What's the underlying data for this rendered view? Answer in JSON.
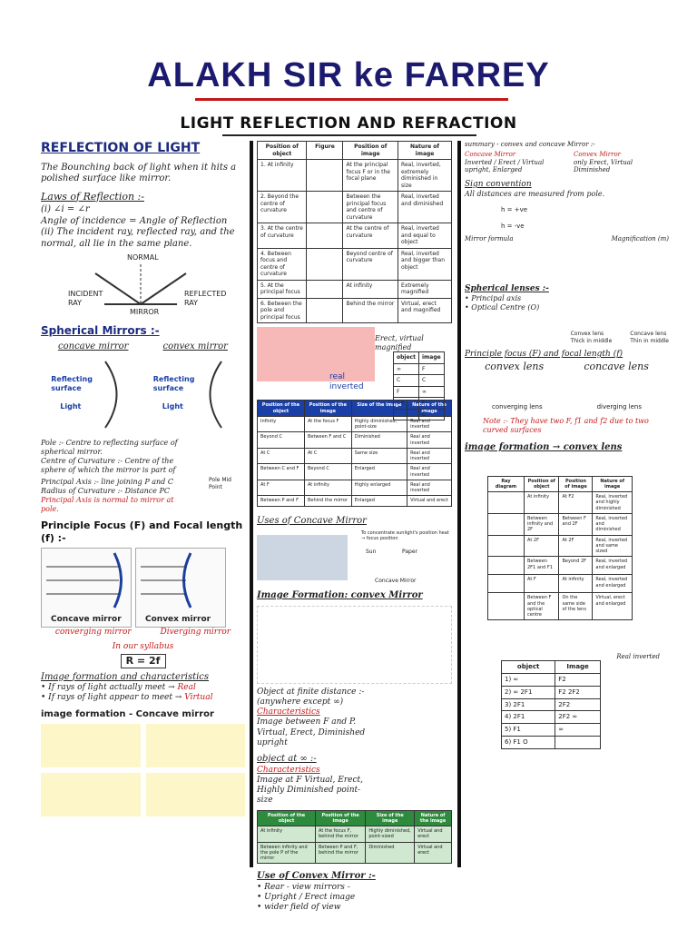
{
  "title": "ALAKH SIR ke FARREY",
  "subtitle": "LIGHT REFLECTION AND REFRACTION",
  "left": {
    "reflection_heading": "REFLECTION OF LIGHT",
    "reflection_def": "The Bounching back of light when it hits a polished surface like mirror.",
    "laws_heading": "Laws of Reflection :-",
    "law1": "(i) ∠i = ∠r",
    "law1b": "Angle of incidence = Angle of Reflection",
    "law2": "(ii) The incident ray, reflected ray, and the normal, all lie in the same plane.",
    "normal": "NORMAL",
    "incident": "INCIDENT RAY",
    "reflected": "REFLECTED RAY",
    "mirror": "MIRROR",
    "spherical_heading": "Spherical Mirrors :-",
    "concave": "concave mirror",
    "convex": "convex mirror",
    "reflecting1": "Reflecting surface",
    "reflecting2": "Reflecting surface",
    "light1": "Light",
    "light2": "Light",
    "pole": "Pole :- Centre to reflecting surface of spherical mirror.",
    "coc": "Centre of Curvature :- Centre of the sphere of which the mirror is part of",
    "pa": "Principal Axis :- line joining P and C",
    "roc": "Radius of Curvature :- Distance PC",
    "pa_note": "Principal Axis is normal to mirror at pole.",
    "pole_label": "Pole Mid Point",
    "focus_heading": "Principle Focus (F) and Focal length (f) :-",
    "concave_mirror": "Concave mirror",
    "convex_mirror": "Convex mirror",
    "converging": "converging mirror",
    "diverging": "Diverging mirror",
    "syllabus": "In our syllabus",
    "r2f": "R = 2f",
    "img_char": "Image formation and characteristics",
    "b1a": "If rays of light actually meet →",
    "b1b": "Real",
    "b2a": "If rays of light appear to meet →",
    "b2b": "Virtual",
    "concave_img": "image formation - Concave mirror"
  },
  "mid": {
    "table_headers": [
      "Position of object",
      "Figure",
      "Position of image",
      "Nature of image"
    ],
    "rows": [
      [
        "1. At infinity",
        "At the principal focus F or in the focal plane",
        "Real, inverted, extremely diminished in size"
      ],
      [
        "2. Beyond the centre of curvature",
        "Between the principal focus and centre of curvature",
        "Real, inverted and diminished"
      ],
      [
        "3. At the centre of curvature",
        "At the centre of curvature",
        "Real, inverted and equal to object"
      ],
      [
        "4. Between focus and centre of curvature",
        "Beyond centre of curvature",
        "Real, inverted and bigger than object"
      ],
      [
        "5. At the principal focus",
        "At infinity",
        "Extremely magnified"
      ],
      [
        "6. Between the pole and principal focus",
        "Behind the mirror",
        "Virtual, erect and magnified"
      ]
    ],
    "erect": "Erect, virtual magnified",
    "real_inv": "real inverted",
    "mini_headers": [
      "object",
      "image"
    ],
    "mini_rows": [
      [
        "∞",
        "F"
      ],
      [
        "C",
        "C"
      ],
      [
        "F",
        "∞"
      ],
      [
        "C+",
        "F"
      ],
      [
        "",
        "C"
      ]
    ],
    "blue_headers": [
      "Position of the object",
      "Position of the image",
      "Size of the image",
      "Nature of the image"
    ],
    "blue_rows": [
      [
        "Infinity",
        "At the focus F",
        "Highly diminished, point-size",
        "Real and inverted"
      ],
      [
        "Beyond C",
        "Between F and C",
        "Diminished",
        "Real and inverted"
      ],
      [
        "At C",
        "At C",
        "Same size",
        "Real and inverted"
      ],
      [
        "Between C and F",
        "Beyond C",
        "Enlarged",
        "Real and inverted"
      ],
      [
        "At F",
        "At infinity",
        "Highly enlarged",
        "Real and inverted"
      ],
      [
        "Between P and F",
        "Behind the mirror",
        "Enlarged",
        "Virtual and erect"
      ]
    ],
    "uses_concave": "Uses of Concave Mirror",
    "sun": "Sun",
    "paper": "Paper",
    "concave_label": "Concave Mirror",
    "sunlight_note": "To concentrate sunlight's position heat → focus position",
    "img_convex": "Image Formation: convex Mirror",
    "finite": "Object at finite distance :- (anywhere except ∞)",
    "char1": "Characteristics",
    "finite_desc": "Image between F and P. Virtual, Erect, Diminished upright",
    "obj_inf": "object at ∞ :-",
    "char2": "Characteristics",
    "inf_desc": "Image at F Virtual, Erect, Highly Diminished point-size",
    "green_headers": [
      "Position of the object",
      "Position of the image",
      "Size of the image",
      "Nature of the image"
    ],
    "green_rows": [
      [
        "At infinity",
        "At the focus F, behind the mirror",
        "Highly diminished, point-sized",
        "Virtual and erect"
      ],
      [
        "Between infinity and the pole P of the mirror",
        "Between P and F, behind the mirror",
        "Diminished",
        "Virtual and erect"
      ]
    ],
    "uses_convex": "Use of Convex Mirror :-",
    "u1": "Rear - view mirrors -",
    "u2": "Upright / Erect image",
    "u3": "wider field of view"
  },
  "right": {
    "summary": "summary - convex and concave Mirror :-",
    "cc": "Concave Mirror",
    "cv": "Convex Mirror",
    "cc_note": "Inverted / Erect / Virtual upright, Enlarged",
    "cv_note": "only Erect, Virtual Diminished",
    "sign": "Sign convention",
    "sign_desc": "All distances are measured from pole.",
    "hve": "h = +ve",
    "hneg": "h = -ve",
    "mirror_formula": "Mirror formula",
    "magnification": "Magnification (m)",
    "spherical_lenses": "Spherical lenses :-",
    "lens1": "Principal axis",
    "lens2": "Optical Centre (O)",
    "convex_lens": "Convex lens",
    "concave_lens": "Concave lens",
    "thick": "Thick in middle",
    "thin": "Thin in middle",
    "focus_lens": "Principle focus (F) and focal length (f)",
    "convex_lens2": "convex lens",
    "concave_lens2": "concave lens",
    "conv_lens": "converging lens",
    "div_lens": "diverging lens",
    "note": "Note :- They have two F, f1 and f2 due to two curved surfaces",
    "img_form": "image formation → convex lens",
    "ray_headers": [
      "Ray diagram",
      "Position of object",
      "Position of image",
      "Nature of image"
    ],
    "ray_rows": [
      [
        "At infinity",
        "At F2",
        "Real, inverted and highly diminished"
      ],
      [
        "Between infinity and 2F",
        "Between F and 2F",
        "Real, inverted and diminished"
      ],
      [
        "At 2F",
        "At 2F",
        "Real, inverted and same sized"
      ],
      [
        "Between 2F1 and F1",
        "Beyond 2F",
        "Real, inverted and enlarged"
      ],
      [
        "At F",
        "At infinity",
        "Real, inverted and enlarged"
      ],
      [
        "Between F and the optical centre",
        "On the same side of the lens",
        "Virtual, erect and enlarged"
      ]
    ],
    "real_inverted": "Real inverted",
    "obj_img_headers": [
      "object",
      "Image"
    ],
    "obj_img": [
      [
        "1) ∞",
        "F2"
      ],
      [
        "2) ∞ 2F1",
        "F2 2F2"
      ],
      [
        "3) 2F1",
        "2F2"
      ],
      [
        "4) 2F1",
        "2F2 ∞"
      ],
      [
        "5) F1",
        "∞"
      ],
      [
        "6) F1 O",
        ""
      ]
    ]
  }
}
